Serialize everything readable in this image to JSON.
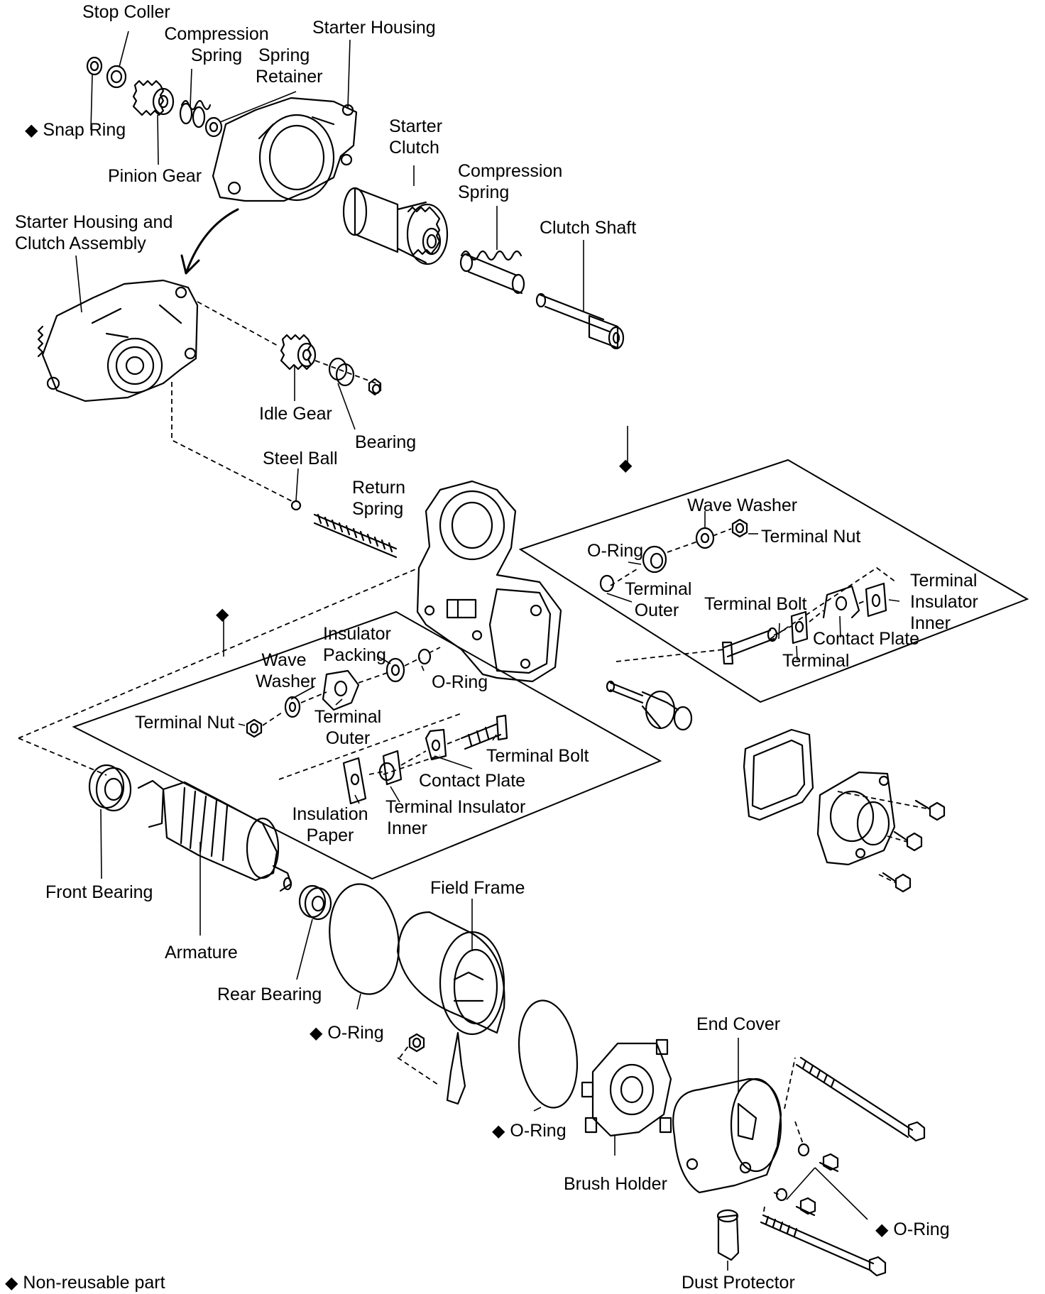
{
  "diamond_glyph": "◆",
  "legend": {
    "text": "Non-reusable part"
  },
  "labels": {
    "stop_coller": "Stop Coller",
    "compression_spring_top": [
      "Compression",
      "Spring"
    ],
    "starter_housing": "Starter Housing",
    "spring_retainer": [
      "Spring",
      "Retainer"
    ],
    "snap_ring": "Snap Ring",
    "pinion_gear": "Pinion Gear",
    "starter_clutch": [
      "Starter",
      "Clutch"
    ],
    "compression_spring_mid": [
      "Compression",
      "Spring"
    ],
    "clutch_shaft": "Clutch Shaft",
    "starter_housing_clutch_assembly": [
      "Starter Housing and",
      "Clutch Assembly"
    ],
    "idle_gear": "Idle Gear",
    "bearing": "Bearing",
    "steel_ball": "Steel Ball",
    "return_spring": [
      "Return",
      "Spring"
    ],
    "wave_washer_right": "Wave Washer",
    "terminal_nut_right": "Terminal Nut",
    "o_ring_right": "O-Ring",
    "terminal_outer_right": [
      "Terminal",
      "Outer"
    ],
    "terminal_bolt_right": "Terminal Bolt",
    "terminal_insulator_inner_right": [
      "Terminal",
      "Insulator",
      "Inner"
    ],
    "contact_plate_right": "Contact Plate",
    "terminal_right": "Terminal",
    "insulator_packing": [
      "Insulator",
      "Packing"
    ],
    "wave_washer_left": [
      "Wave",
      "Washer"
    ],
    "o_ring_left": "O-Ring",
    "terminal_nut_left": "Terminal Nut",
    "terminal_outer_left": [
      "Terminal",
      "Outer"
    ],
    "terminal_bolt_left": "Terminal Bolt",
    "contact_plate_left": "Contact Plate",
    "insulation_paper": [
      "Insulation",
      "Paper"
    ],
    "terminal_insulator_inner_left": [
      "Terminal Insulator",
      "Inner"
    ],
    "front_bearing": "Front Bearing",
    "armature": "Armature",
    "rear_bearing": "Rear Bearing",
    "field_frame": "Field Frame",
    "o_ring_frame": "O-Ring",
    "o_ring_brush": "O-Ring",
    "brush_holder": "Brush Holder",
    "end_cover": "End Cover",
    "o_ring_end": "O-Ring",
    "dust_protector": "Dust Protector"
  }
}
